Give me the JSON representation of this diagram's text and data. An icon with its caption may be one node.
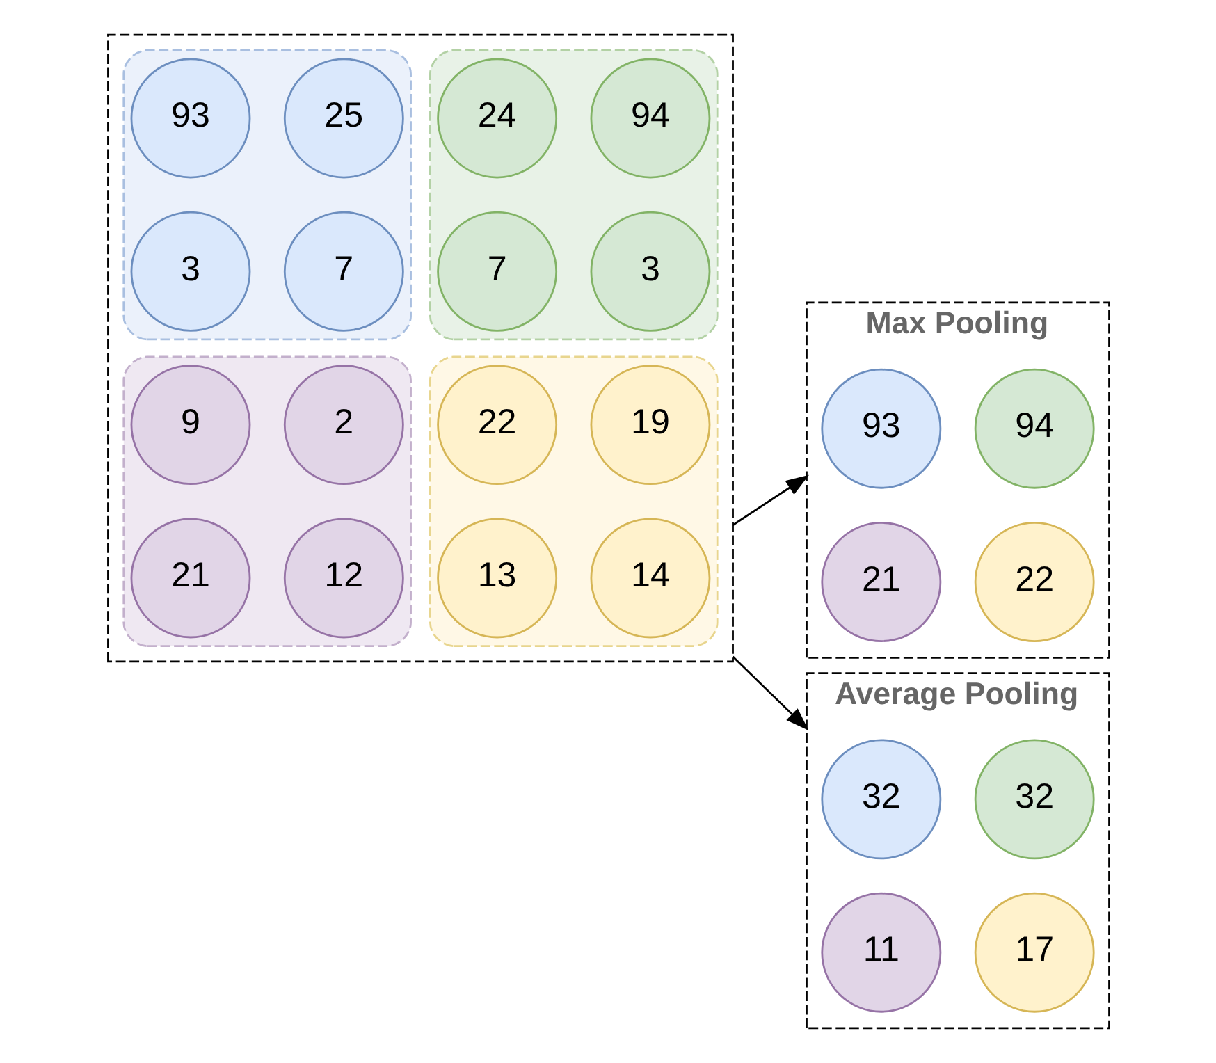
{
  "diagram": {
    "nodes": [
      {
        "text": [],
        "shape": "box"
      },
      {
        "text": [],
        "shape": "box",
        "in": 0
      },
      {
        "text": [
          "93"
        ],
        "in": 1
      },
      {
        "text": [
          "25"
        ],
        "in": 1
      },
      {
        "text": [
          "3"
        ],
        "in": 1
      },
      {
        "text": [
          "7"
        ],
        "in": 1
      },
      {
        "text": [],
        "shape": "box",
        "in": 0
      },
      {
        "text": [
          "24"
        ],
        "in": 6
      },
      {
        "text": [
          "94"
        ],
        "in": 6
      },
      {
        "text": [
          "7"
        ],
        "in": 6
      },
      {
        "text": [
          "3"
        ],
        "in": 6
      },
      {
        "text": [],
        "shape": "box",
        "in": 0
      },
      {
        "text": [
          "9"
        ],
        "in": 11
      },
      {
        "text": [
          "2"
        ],
        "in": 11
      },
      {
        "text": [
          "21"
        ],
        "in": 11
      },
      {
        "text": [
          "12"
        ],
        "in": 11
      },
      {
        "text": [],
        "shape": "box",
        "in": 0
      },
      {
        "text": [
          "22"
        ],
        "in": 16
      },
      {
        "text": [
          "19"
        ],
        "in": 16
      },
      {
        "text": [
          "13"
        ],
        "in": 16
      },
      {
        "text": [
          "14"
        ],
        "in": 16
      },
      {
        "text": [
          "Max Pooling"
        ]
      },
      {
        "text": [
          "93"
        ],
        "in": 21
      },
      {
        "text": [
          "94"
        ],
        "in": 21
      },
      {
        "text": [
          "21"
        ],
        "in": 21
      },
      {
        "text": [
          "22"
        ],
        "in": 21
      },
      {
        "text": [
          "Average Pooling"
        ]
      },
      {
        "text": [
          "32"
        ],
        "in": 26
      },
      {
        "text": [
          "32"
        ],
        "in": 26
      },
      {
        "text": [
          "11"
        ],
        "in": 26
      },
      {
        "text": [
          "17"
        ],
        "in": 26
      }
    ],
    "edges": [
      {
        "from": 0,
        "to": 21,
        "arrow": "to"
      },
      {
        "from": 0,
        "to": 26,
        "arrow": "to"
      }
    ]
  }
}
